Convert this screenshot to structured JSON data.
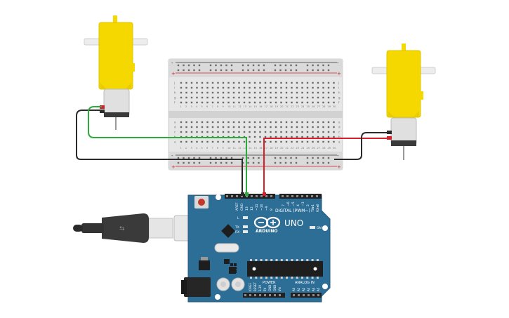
{
  "board": {
    "brand": "ARDUINO",
    "model": "UNO",
    "on_label": "ON",
    "l_label": "L",
    "tx_label": "TX",
    "rx_label": "RX",
    "digital_label": "DIGITAL (PWM~)",
    "power_label": "POWER",
    "analog_label": "ANALOG IN",
    "aref_label": "AREF",
    "gnd_label": "GND",
    "pin13_label": "13",
    "pin12_label": "12",
    "pin11_label": "~11",
    "pin10_label": "~10",
    "pin9_label": "~9",
    "pin8_label": "8",
    "pin7_label": "7",
    "pin6_label": "~6",
    "pin5_label": "~5",
    "pin4_label": "4",
    "pin3_label": "~3",
    "pin2_label": "2",
    "tx1_label": "TX▸1",
    "rx0_label": "RX◂0",
    "ioref_label": "IOREF",
    "reset_label": "RESET",
    "v33_label": "3.3V",
    "v5_label": "5V",
    "gnd1_label": "GND",
    "gnd2_label": "GND",
    "vin_label": "Vin",
    "a0_label": "A0",
    "a1_label": "A1",
    "a2_label": "A2",
    "a3_label": "A3",
    "a4_label": "A4",
    "a5_label": "A5"
  },
  "breadboard": {
    "minus": "-",
    "plus": "+",
    "row_letters_top": [
      "j",
      "i",
      "h",
      "g",
      "f"
    ],
    "row_letters_bottom": [
      "e",
      "d",
      "c",
      "b",
      "a"
    ],
    "column_numbers": [
      "1",
      "2",
      "3",
      "4",
      "5",
      "6",
      "7",
      "8",
      "9",
      "10",
      "11",
      "12",
      "13",
      "14",
      "15",
      "16",
      "17",
      "18",
      "19",
      "20",
      "21",
      "22",
      "23",
      "24",
      "25",
      "26",
      "27",
      "28",
      "29",
      "30"
    ]
  },
  "colors": {
    "wire_green": "#2eaa3c",
    "wire_red": "#d4202a",
    "wire_black": "#2a2a2a",
    "board_blue": "#2d6e97",
    "motor_yellow": "#f5d800",
    "breadboard": "#e7e7e7"
  },
  "icons": {
    "usb_cable": "usb-cable-icon",
    "reset_button": "reset-button-icon",
    "arduino_logo": "infinity-logo-icon"
  }
}
